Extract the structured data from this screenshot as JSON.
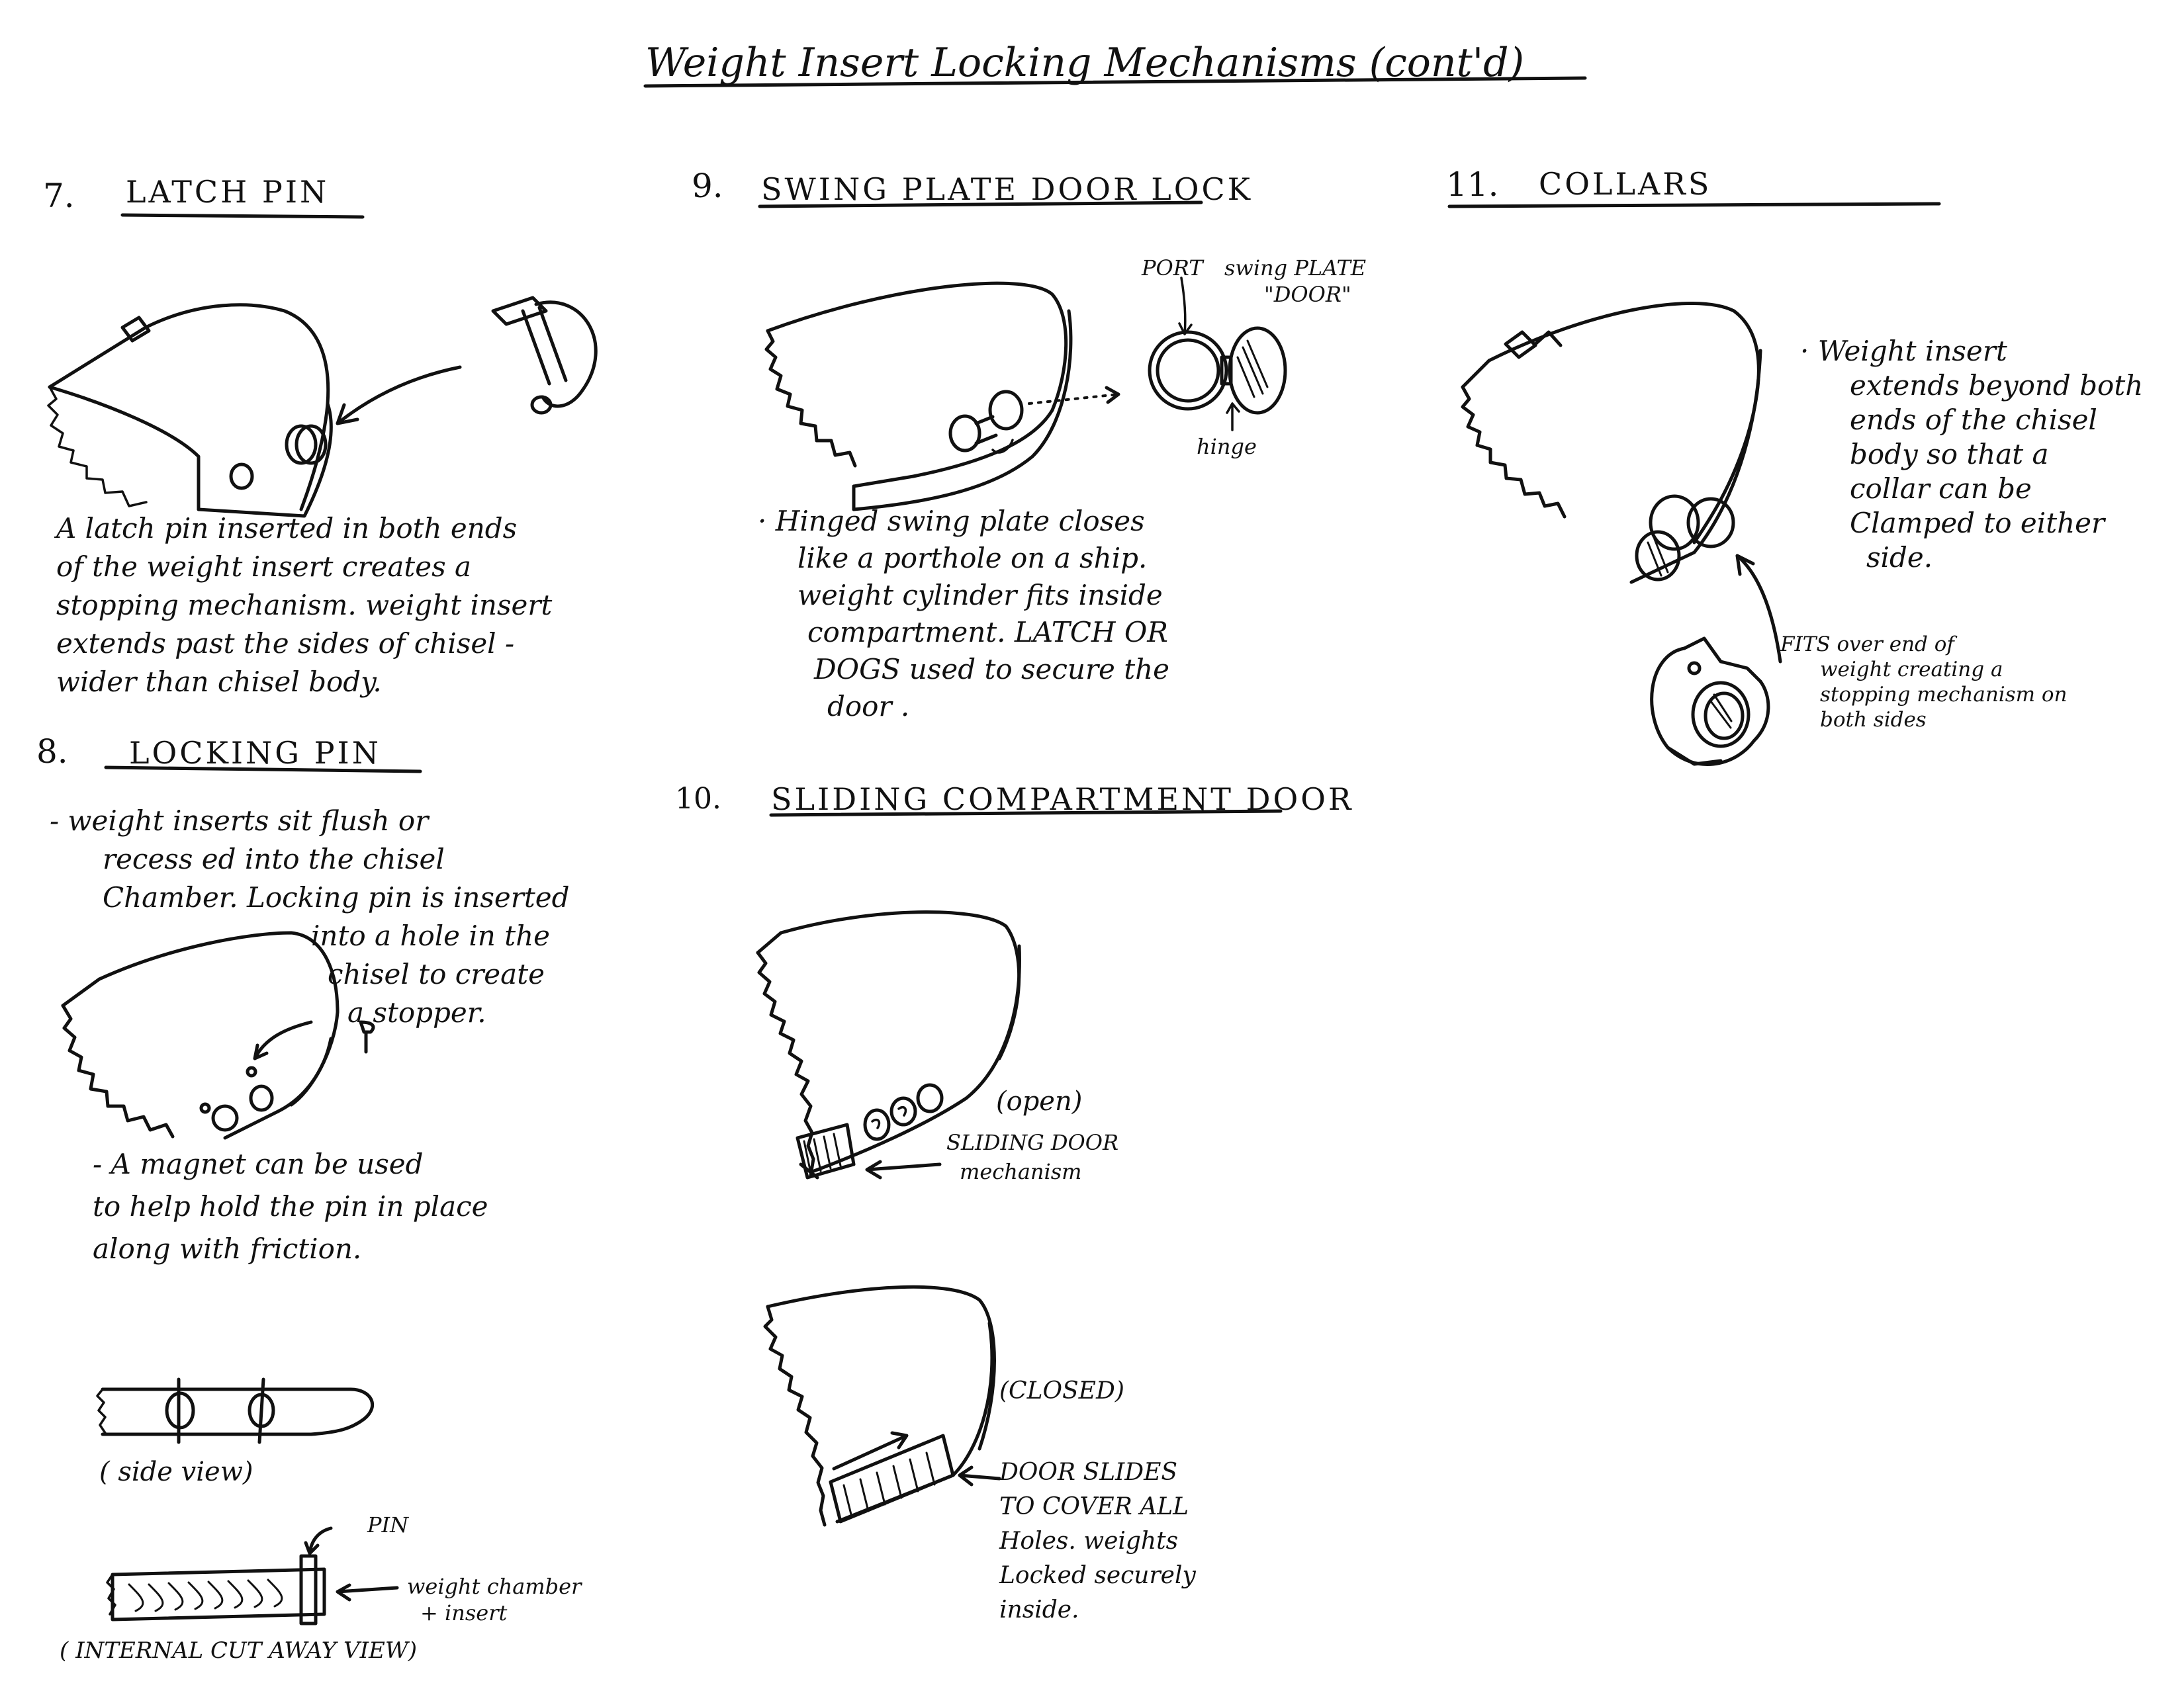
{
  "title": "Weight Insert Locking Mechanisms (cont'd)",
  "sections": {
    "s7": {
      "number": "7.",
      "heading": "LATCH PIN",
      "description": [
        "A latch pin inserted in both ends",
        "of the weight insert creates a",
        "stopping mechanism. weight insert",
        "extends past the sides of chisel -",
        "wider than chisel body."
      ]
    },
    "s8": {
      "number": "8.",
      "heading": "LOCKING PIN",
      "description": [
        "- weight inserts sit flush or",
        "recess ed into the chisel",
        "Chamber. Locking pin is inserted",
        "into a hole in the",
        "chisel to create",
        "a stopper."
      ],
      "note": [
        "- A magnet can be used",
        "to help hold the pin in place",
        "along with friction."
      ],
      "side_view_label": "( side view)",
      "pin_label": "PIN",
      "chamber_label": [
        "weight chamber",
        "+ insert"
      ],
      "cutaway_label": "( INTERNAL CUT AWAY VIEW)"
    },
    "s9": {
      "number": "9.",
      "heading": "SWING PLATE DOOR LOCK",
      "port_label": "PORT",
      "swing_plate_label": [
        "swing PLATE",
        "\"DOOR\""
      ],
      "hinge_label": "hinge",
      "description": [
        "· Hinged swing plate closes",
        "like a porthole on a ship.",
        "weight cylinder fits inside",
        "compartment. LATCH OR",
        "DOGS used to secure the",
        "door ."
      ]
    },
    "s10": {
      "number": "10.",
      "heading": "SLIDING COMPARTMENT DOOR",
      "open_label": "(open)",
      "mechanism_label": [
        "SLIDING DOOR",
        "mechanism"
      ],
      "closed_label": "(CLOSED)",
      "closed_note": [
        "DOOR SLIDES",
        "TO COVER ALL",
        "Holes. weights",
        "Locked securely",
        "inside."
      ]
    },
    "s11": {
      "number": "11.",
      "heading": "COLLARS",
      "description": [
        "· Weight insert",
        "extends beyond both",
        "ends of the chisel",
        "body so that a",
        "collar can be",
        "Clamped to either",
        "side."
      ],
      "collar_note": [
        "FITS over end of",
        "weight creating a",
        "stopping mechanism on",
        "both sides"
      ]
    }
  }
}
